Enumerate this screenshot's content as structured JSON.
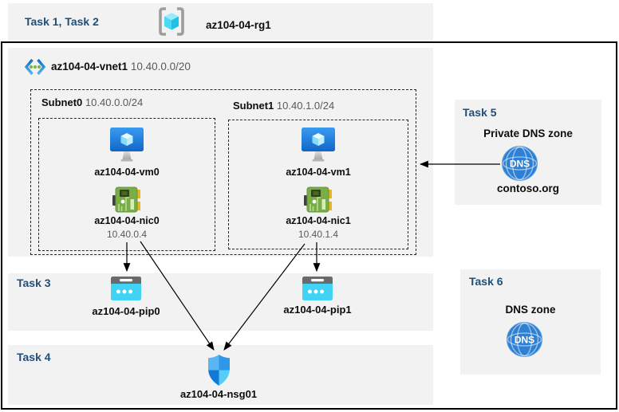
{
  "header": {
    "tasks": "Task 1, Task 2",
    "resource_group": "az104-04-rg1"
  },
  "vnet": {
    "name": "az104-04-vnet1",
    "cidr": "10.40.0.0/20"
  },
  "subnets": [
    {
      "name": "Subnet0",
      "cidr": "10.40.0.0/24",
      "vm": "az104-04-vm0",
      "nic": "az104-04-nic0",
      "ip": "10.40.0.4"
    },
    {
      "name": "Subnet1",
      "cidr": "10.40.1.0/24",
      "vm": "az104-04-vm1",
      "nic": "az104-04-nic1",
      "ip": "10.40.1.4"
    }
  ],
  "task3": {
    "label": "Task 3",
    "pip0": "az104-04-pip0",
    "pip1": "az104-04-pip1"
  },
  "task4": {
    "label": "Task 4",
    "nsg": "az104-04-nsg01"
  },
  "task5": {
    "label": "Task 5",
    "title": "Private DNS zone",
    "zone": "contoso.org"
  },
  "task6": {
    "label": "Task 6",
    "title": "DNS zone"
  },
  "icons": {
    "dns_label": "DNS"
  },
  "colors": {
    "task_heading": "#1f4e79",
    "panel_gray": "#f2f2f2",
    "dim_text": "#595959",
    "vm_blue": "#2180e8",
    "nic_green": "#79ad45",
    "pip_cyan": "#41d3f4",
    "nsg_blues": [
      "#5bb5f2",
      "#2e97e8",
      "#1379d8",
      "#55cdf7"
    ],
    "dns_blue": "#2e80d4",
    "rg_cube_cyan": "#4cd9f6",
    "vnet_chevron_blue": "#2779d8",
    "vnet_dot_green": "#76b837",
    "arrow_black": "#000000"
  }
}
